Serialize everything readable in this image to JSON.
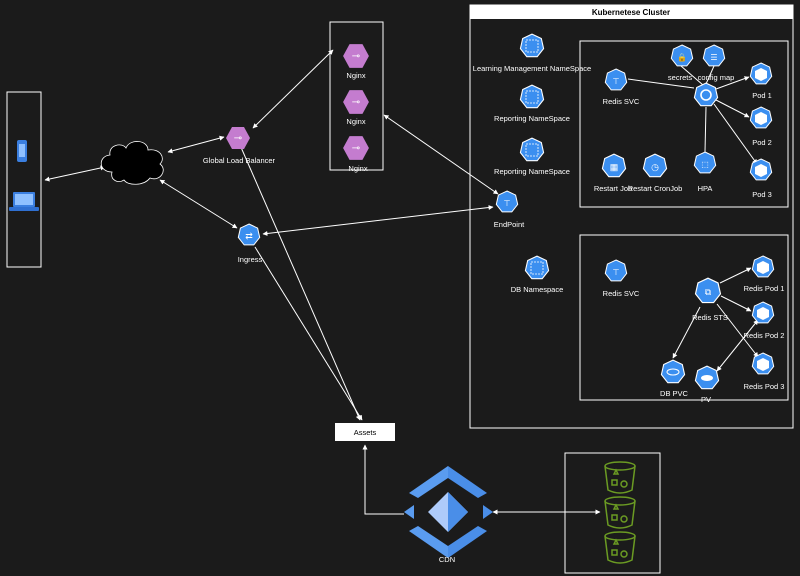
{
  "cluster": {
    "title": "Kubernetese Cluster",
    "namespaces": {
      "learning": "Learning Management NameSpace",
      "reporting1": "Reporting NameSpace",
      "reporting2": "Reporting NameSpace",
      "db": "DB Namespace"
    },
    "endpoint": "EndPoint",
    "app": {
      "redis_svc": "Redis SVC",
      "secrets": "secrets",
      "config_map": "config map",
      "pods": [
        "Pod 1",
        "Pod 2",
        "Pod 3"
      ],
      "restart_job": "Restart Job",
      "restart_cronjob": "Restart CronJob",
      "hpa": "HPA"
    },
    "db": {
      "redis_svc": "Redis SVC",
      "redis_sts": "Redis STS",
      "pods": [
        "Redis Pod 1",
        "Redis Pod 2",
        "Redis Pod 3"
      ],
      "db_pvc": "DB PVC",
      "pv": "PV"
    }
  },
  "nginx": [
    "Nginx",
    "Nginx",
    "Nginx"
  ],
  "global_lb": "Global Load Balancer",
  "ingress": "Ingress",
  "assets": "Assets",
  "cdn": "CDN",
  "colors": {
    "background": "#1b1b1b",
    "k8s_blue": "#3b8ff0",
    "nginx_pink": "#c47ccf",
    "bucket_green": "#6b9b23",
    "gcp_blue": "#4a8ee8"
  },
  "icons": {
    "device_mobile": "mobile-phone-icon",
    "device_laptop": "laptop-icon",
    "cloud": "internet-cloud-icon",
    "bucket": "storage-bucket-icon"
  }
}
